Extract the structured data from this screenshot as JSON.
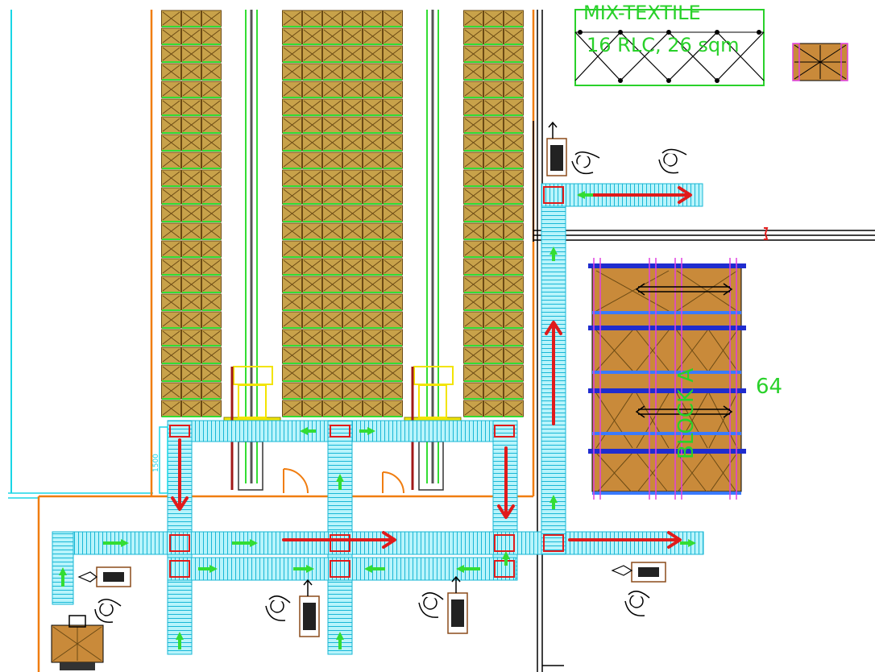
{
  "labels": {
    "mezz_line1": "MIX-TEXTILE",
    "mezz_line2": "16 RLC, 26 sqm",
    "block_label": "BLOCK A",
    "block_number": "64",
    "side_tag": "1500"
  },
  "colors": {
    "rack_fill": "#c8a24a",
    "rack_stroke": "#6b4a14",
    "conveyor_fill": "#b8f4fb",
    "conveyor_stroke": "#19b7d6",
    "arrow_red": "#e01b1b",
    "arrow_green": "#33dd33",
    "wall_orange": "#f07d10",
    "wall_black": "#000000",
    "pallet_blue": "#1f2ccf",
    "pallet_magenta": "#e040e0",
    "pallet_crate": "#c98a3a",
    "mezz_green": "#29d12a",
    "crane_yellow": "#f2e400"
  },
  "icons": [
    "operator-icon",
    "workstation-icon",
    "printer-icon",
    "pallet-icon",
    "door-icon",
    "stacker-crane-icon"
  ]
}
